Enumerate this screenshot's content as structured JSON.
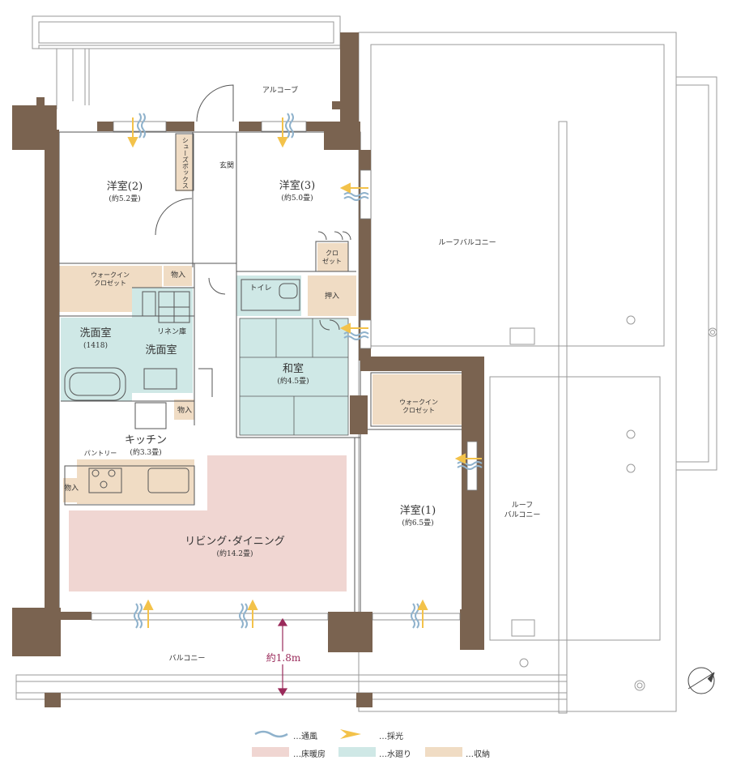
{
  "rooms": {
    "western2": {
      "name": "洋室(2)",
      "area": "(約5.2畳)"
    },
    "western3": {
      "name": "洋室(3)",
      "area": "(約5.0畳)"
    },
    "western1": {
      "name": "洋室(1)",
      "area": "(約6.5畳)"
    },
    "washroom_unit": {
      "name": "洗面室",
      "size": "(1418)"
    },
    "washroom": "洗面室",
    "linen": "リネン庫",
    "japanese": {
      "name": "和室",
      "area": "(約4.5畳)"
    },
    "kitchen": {
      "name": "キッチン",
      "area": "(約3.3畳)"
    },
    "ld": {
      "name": "リビング･ダイニング",
      "area": "(約14.2畳)"
    },
    "toilet": "トイレ",
    "entrance": "玄関",
    "alcove": "アルコーブ",
    "oshiire": "押入",
    "closet": {
      "line1": "クロ",
      "line2": "ゼット"
    },
    "wic_left": {
      "line1": "ウォークイン",
      "line2": "クロゼット"
    },
    "wic_right": {
      "line1": "ウォークイン",
      "line2": "クロゼット"
    },
    "storage_a": "物入",
    "storage_b": "物入",
    "storage_c": "物入",
    "pantry": "パントリー",
    "shoebox": "シューズボックス",
    "roof_balcony_top": "ルーフバルコニー",
    "roof_balcony_right": {
      "line1": "ルーフ",
      "line2": "バルコニー"
    },
    "balcony": "バルコニー",
    "balcony_depth": "約1.8m"
  },
  "legend": {
    "ventilation": "…通風",
    "daylight": "…採光",
    "floor_heating": "…床暖房",
    "plumbing": "…水廻り",
    "storage": "…収納"
  },
  "colors": {
    "wall": "#7a6350",
    "floor_heating": "#f0d6d2",
    "plumbing": "#cfe8e6",
    "storage": "#f0dcc4",
    "wind": "#8fb2cc",
    "light": "#f3c24a",
    "dimension": "#9a2a5a"
  }
}
